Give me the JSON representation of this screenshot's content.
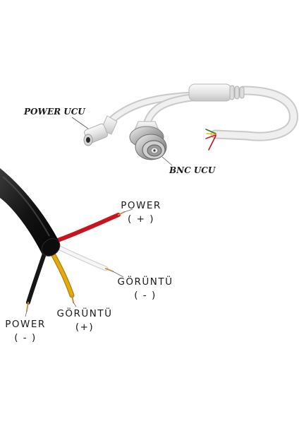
{
  "labels": {
    "power_ucu": "POWER UCU",
    "bnc_ucu": "BNC UCU",
    "power_plus": {
      "name": "POWER",
      "sign": "( + )"
    },
    "goruntu_minus": {
      "name": "GÖRÜNTÜ",
      "sign": "( - )"
    },
    "goruntu_plus": {
      "name": "GÖRÜNTÜ",
      "sign": "(+)"
    },
    "power_minus": {
      "name": "POWER",
      "sign": "( - )"
    }
  },
  "colors": {
    "cable_white": "#e8e8e8",
    "cable_black": "#141414",
    "wire_red": "#c8141e",
    "wire_white": "#f4f4f4",
    "wire_yellow": "#dca000",
    "wire_black": "#161616",
    "bnc_metal": "#b8b8b8"
  }
}
